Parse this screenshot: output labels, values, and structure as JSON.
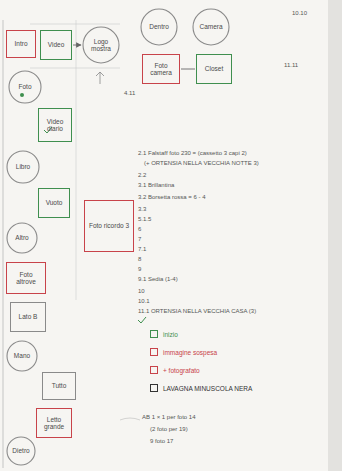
{
  "diagram": {
    "nodes": [
      {
        "text": [
          "Intro"
        ]
      },
      {
        "text": [
          "Video"
        ]
      },
      {
        "text": [
          "Logo mostra"
        ]
      },
      {
        "text": [
          "Dentro"
        ]
      },
      {
        "text": [
          "Camera"
        ]
      },
      {
        "text": [
          "Foto camera"
        ]
      },
      {
        "text": [
          "Closet"
        ]
      },
      {
        "text": [
          "Foto"
        ]
      },
      {
        "text": [
          "Video diario"
        ]
      },
      {
        "text": [
          "Libro"
        ]
      },
      {
        "text": [
          "Vuoto"
        ]
      },
      {
        "text": [
          "Altro"
        ]
      },
      {
        "text": [
          "Foto altrove"
        ]
      },
      {
        "text": [
          "Foto ricordo 3"
        ]
      },
      {
        "text": [
          "Lato B"
        ]
      },
      {
        "text": [
          "Mano"
        ]
      },
      {
        "text": [
          "Tutto"
        ]
      },
      {
        "text": [
          "Letto grande"
        ]
      },
      {
        "text": [
          "Dietro"
        ]
      }
    ],
    "edges": [
      {
        "from": 1,
        "to": 2,
        "arrow": "to"
      },
      {
        "from": 5,
        "to": 6,
        "arrow": "none"
      }
    ],
    "labels": [
      "10.10",
      "11.11",
      "4.11",
      "2.1 Falstaff foto 230 = (cassetto 3 capi 2)",
      "(+ ORTENSIA NELLA VECCHIA NOTTE 3)",
      "2.2",
      "3.1 Brillantina",
      "3.2 Borsetta rossa = 6 - 4",
      "3.3",
      "5.1.5",
      "6",
      "7",
      "7.1",
      "8",
      "9",
      "9.1 Sedia (1-4)",
      "10",
      "10.1",
      "11.1 ORTENSIA NELLA VECCHIA CASA (3)",
      "AB 1 × 1 per foto 14",
      "(2 foto per 19)",
      "9 foto 17"
    ],
    "legend": [
      {
        "text": "inizio",
        "color": "#3f8f4f"
      },
      {
        "text": "immagine sospesa",
        "color": "#c8434a"
      },
      {
        "text": "+ fotografato",
        "color": "#c8434a"
      },
      {
        "text": "LAVAGNA MINUSCOLA NERA",
        "color": "#333333"
      }
    ]
  }
}
